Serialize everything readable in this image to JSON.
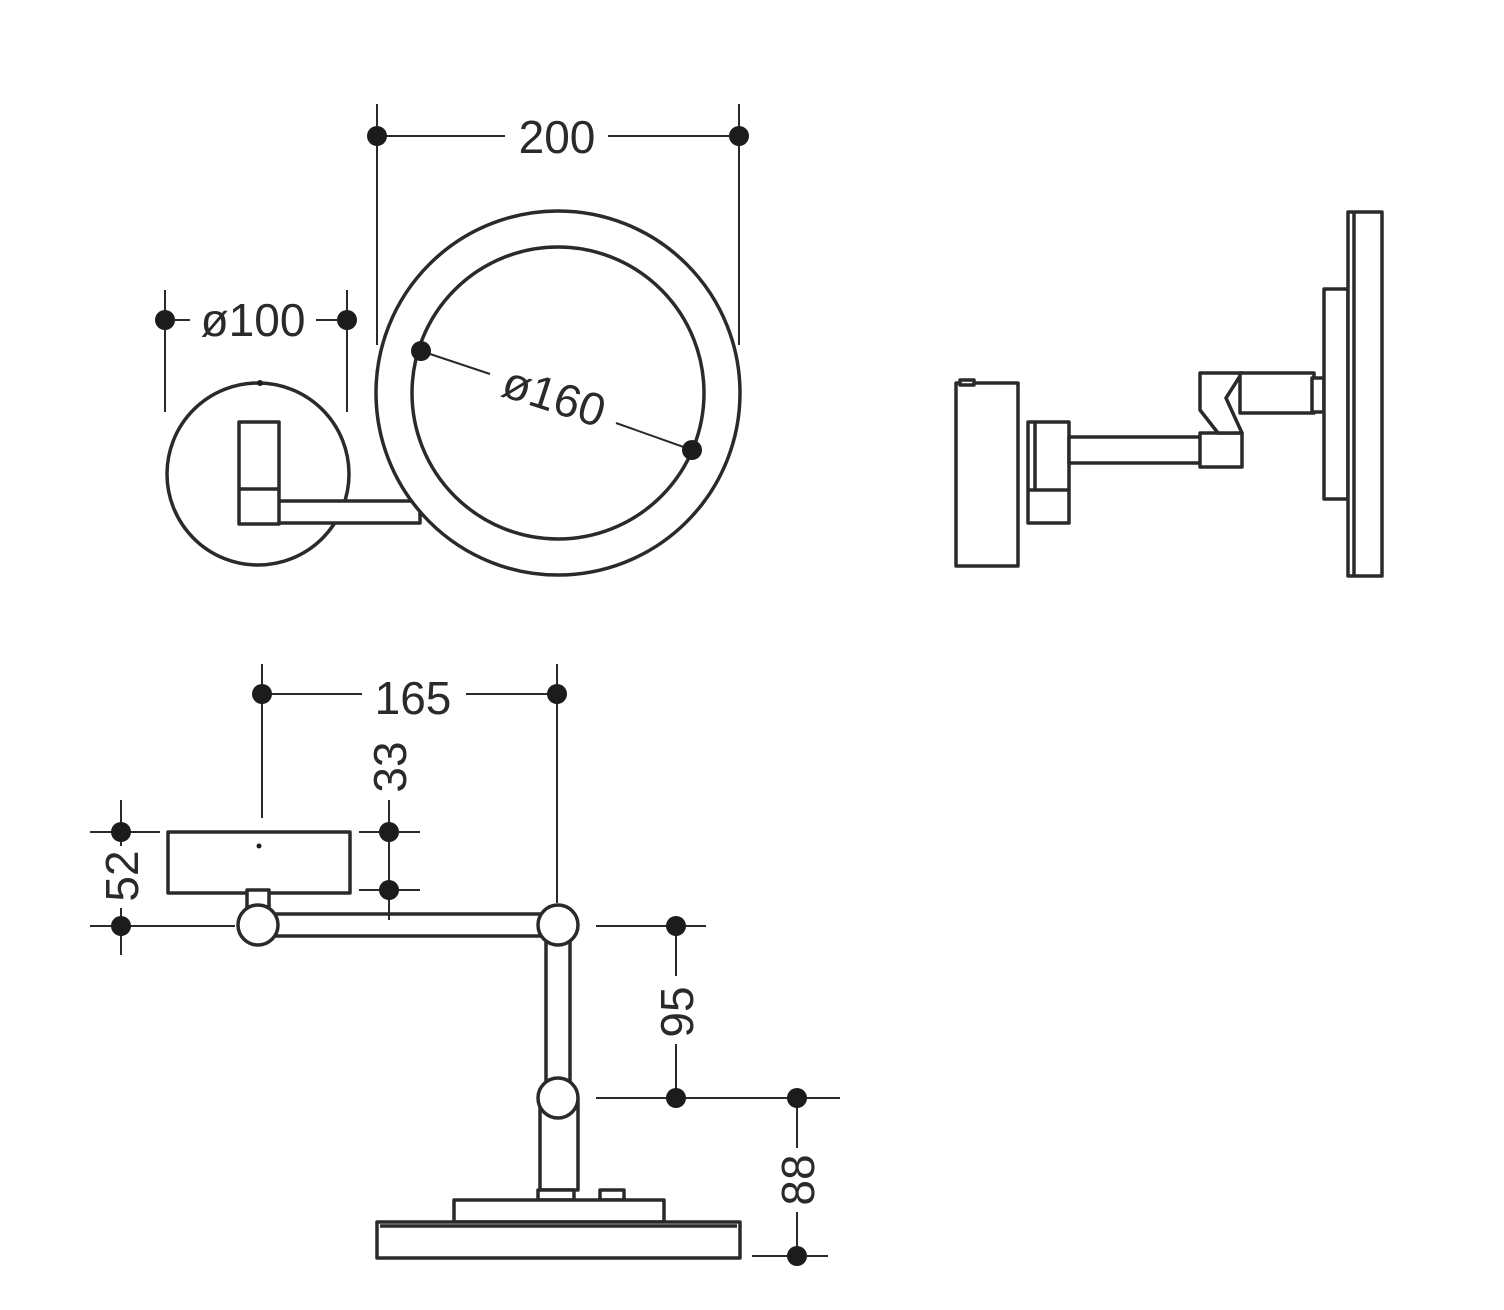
{
  "figure": {
    "views": [
      {
        "name": "front-view"
      },
      {
        "name": "side-view"
      },
      {
        "name": "top-view"
      }
    ]
  },
  "dimensions": {
    "mirror_distance": "200",
    "wall_plate_diameter": "ø100",
    "mirror_diameter": "ø160",
    "arm_length": "165",
    "arm_offset": "33",
    "wall_plate_depth": "52",
    "elbow_arm": "95",
    "mirror_depth": "88"
  }
}
